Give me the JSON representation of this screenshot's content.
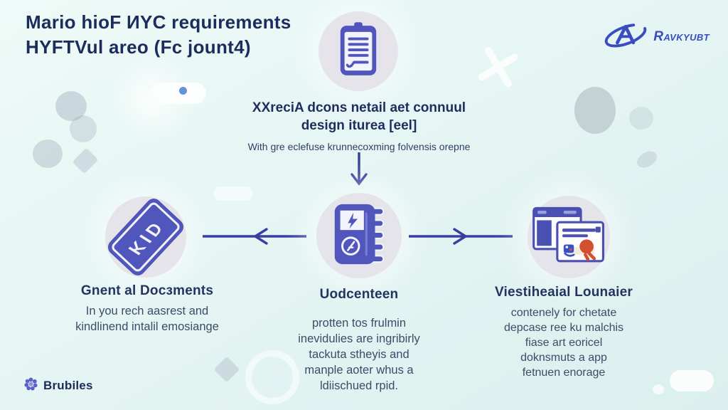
{
  "page": {
    "title_line1": "Mario hioF ИYC requirements",
    "title_line2": "HYFTVul areo (Fc jount4)"
  },
  "brand": {
    "logo_text": "Ravkyubt",
    "footer_text": "Brubiles"
  },
  "top_node": {
    "icon": "clipboard-document-icon",
    "heading_line1": "XXreciA dcons netail aet connuul",
    "heading_line2": "design iturea [eel]",
    "subtitle": "With gre eclefuse krunnecoxming folvensis orepne"
  },
  "nodes": [
    {
      "id": "left",
      "icon": "id-card-icon",
      "card_text": "KID",
      "heading": "Gnent al Docɜments",
      "body_lines": [
        "In you rech aasrest and",
        "kindlinend intalil emosiange"
      ]
    },
    {
      "id": "center",
      "icon": "notebook-lightning-icon",
      "heading": "Uodcenteen",
      "body_lines": [
        "protten tos frulmin",
        "inevidulies are ingribirly",
        "tackuta stheyis and",
        "manple aoter whus a",
        "ldiischued rpid."
      ]
    },
    {
      "id": "right",
      "icon": "documents-windows-icon",
      "heading": "Viestiheaial Lounaier",
      "body_lines": [
        "contenely for chetate",
        "depcase ree ku malchis",
        "fiase art eoricel",
        "doknsmuts a app",
        "fetnuen enorage"
      ]
    }
  ],
  "colors": {
    "background_top": "#eefaf7",
    "background_bottom": "#dbefee",
    "title_text": "#1c2c5c",
    "body_text": "#3b4c68",
    "icon_purple": "#5156bc",
    "circle_gray": "#e4e4ea",
    "arrow_blue": "#383fa0",
    "logo_blue": "#3a4cc0",
    "accent_red": "#d2502f"
  }
}
